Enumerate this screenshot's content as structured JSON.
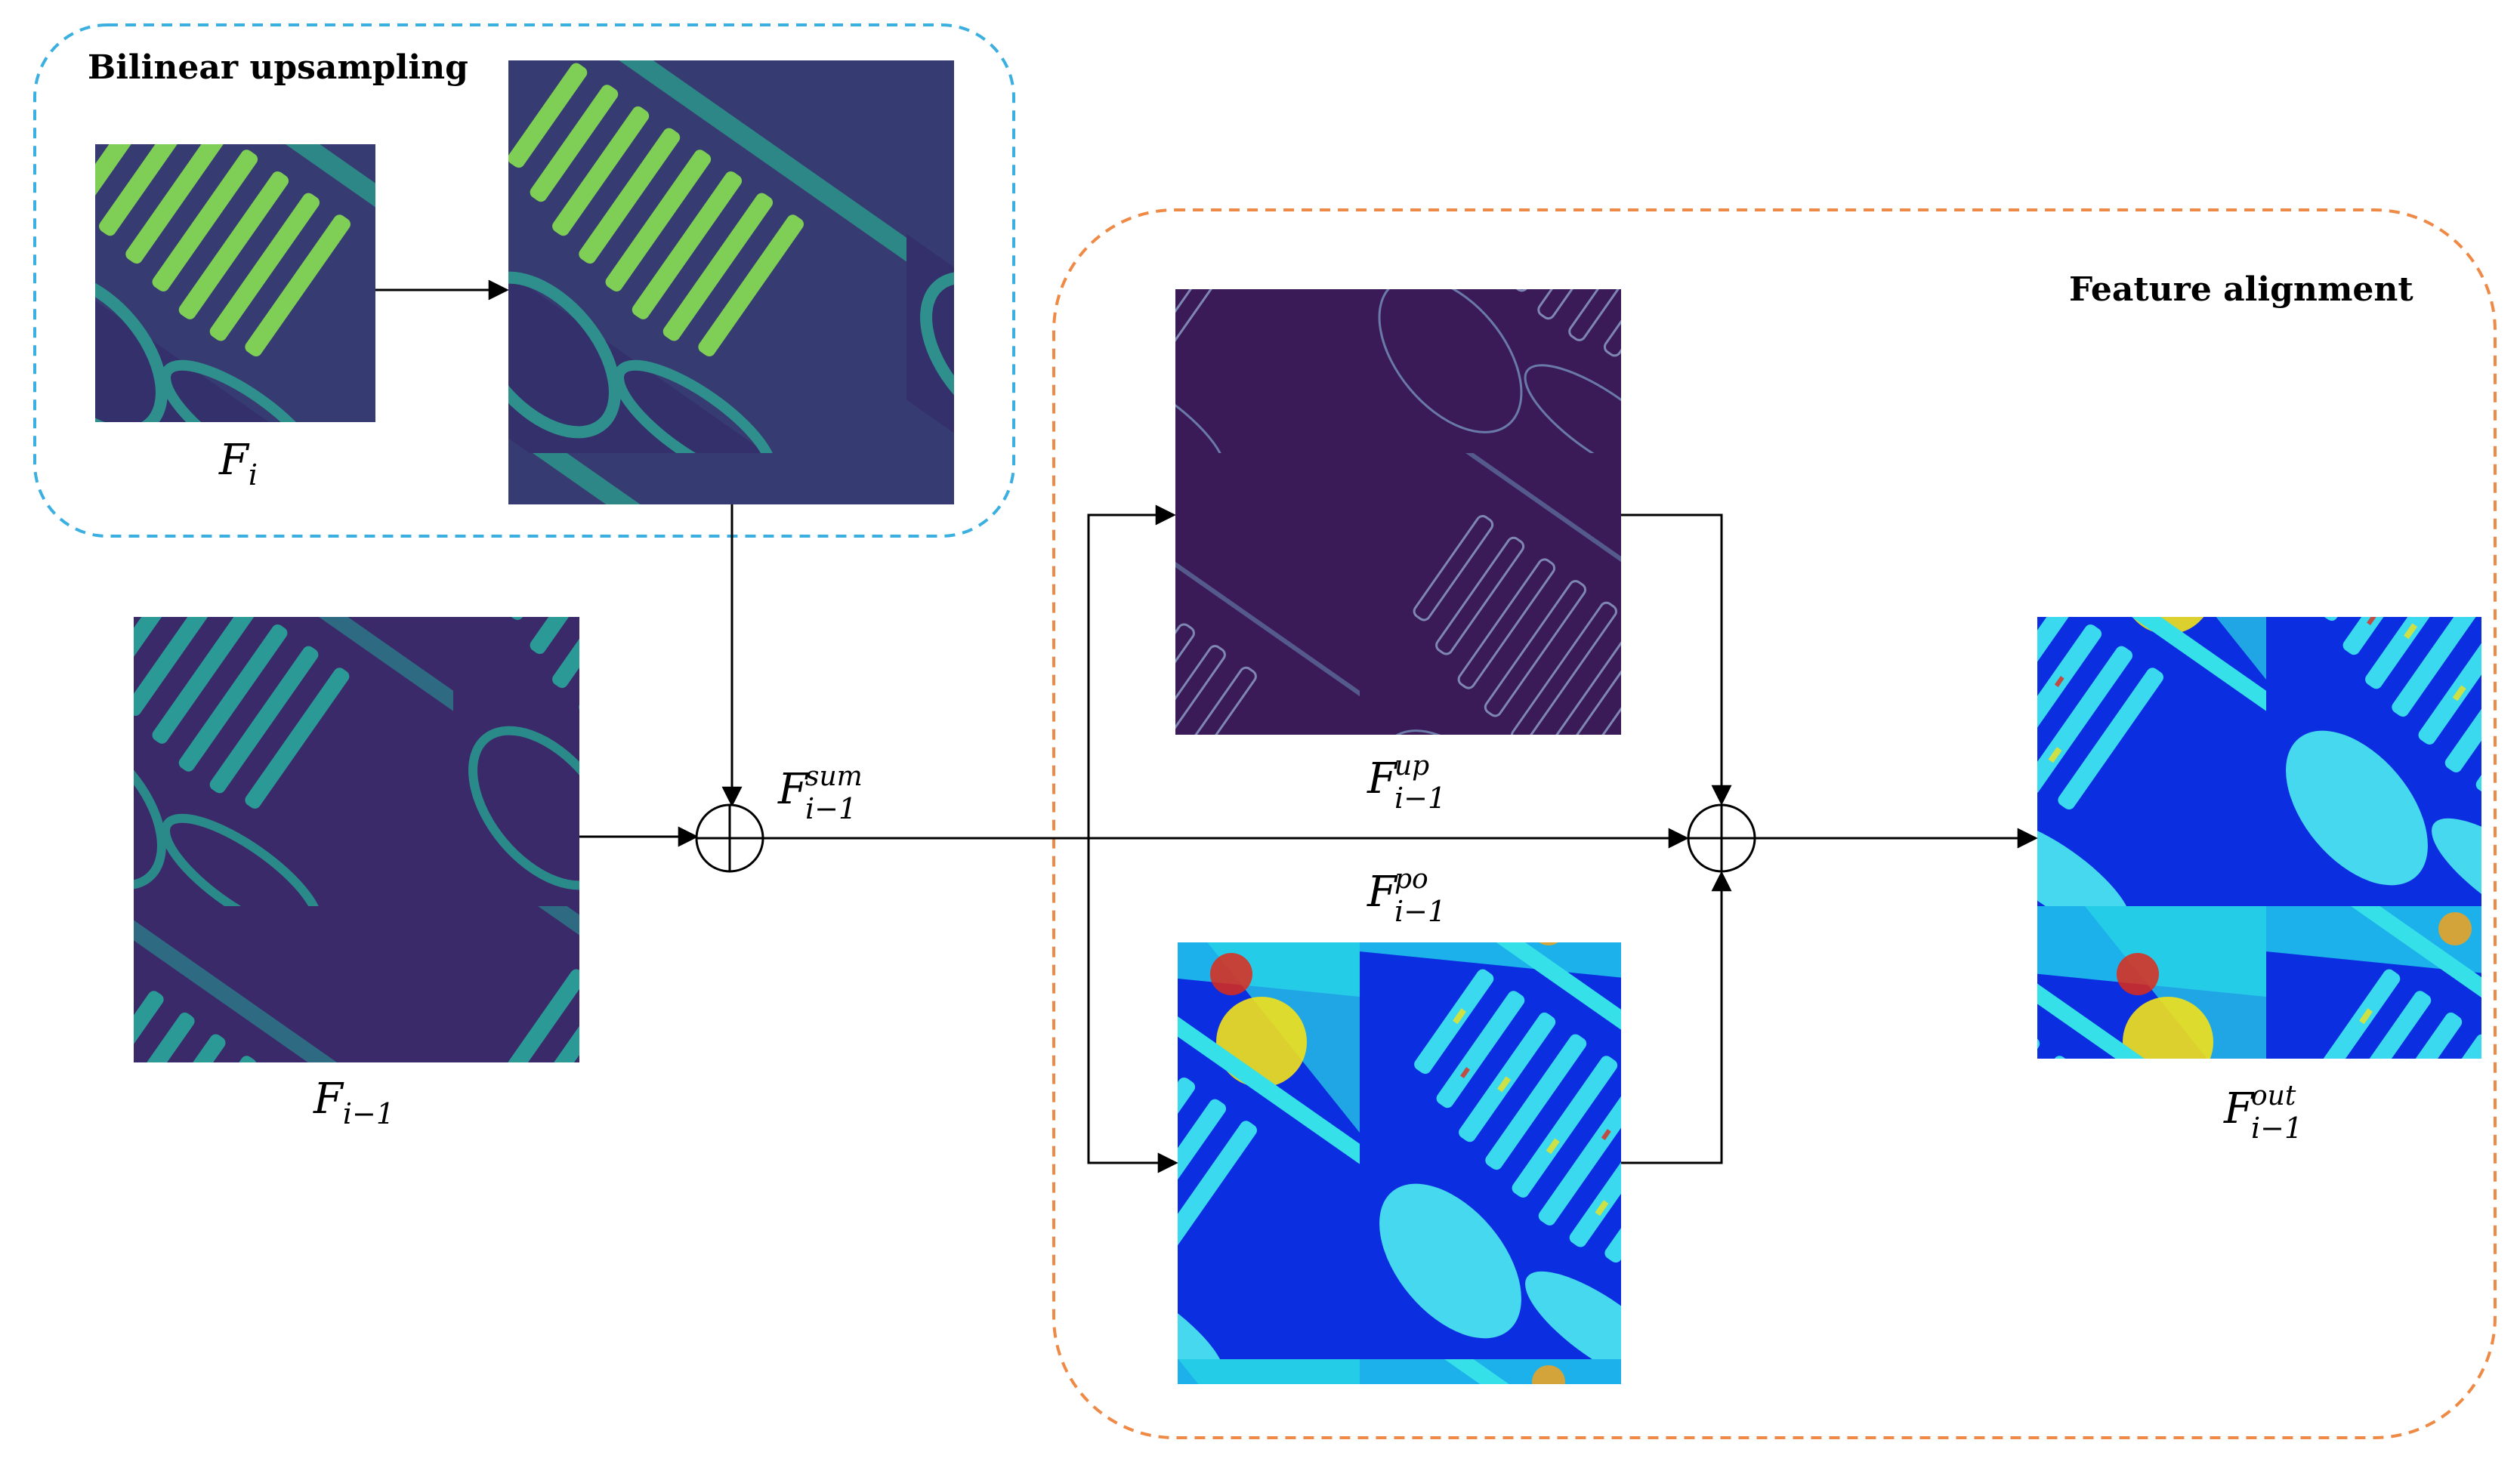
{
  "groups": {
    "bilinear_upsampling": {
      "title": "Bilinear upsampling",
      "border_color": "#3BB0E0"
    },
    "feature_alignment": {
      "title": "Feature alignment",
      "border_color": "#EE8A45"
    }
  },
  "labels": {
    "f_i": {
      "base": "F",
      "sub": "i",
      "sup": ""
    },
    "f_im1": {
      "base": "F",
      "sub": "i−1",
      "sup": ""
    },
    "f_sum": {
      "base": "F",
      "sub": "i−1",
      "sup": "sum"
    },
    "f_up": {
      "base": "F",
      "sub": "i−1",
      "sup": "up"
    },
    "f_po": {
      "base": "F",
      "sub": "i−1",
      "sup": "po"
    },
    "f_out": {
      "base": "F",
      "sub": "i−1",
      "sup": "out"
    }
  },
  "palettes": {
    "viridis_dark": "#3b1f5a",
    "viridis_teal": "#2a8a8c",
    "viridis_yellow": "#d3e63a",
    "jet_blue": "#0a2be8",
    "jet_cyan": "#1fd0f0",
    "jet_yellow": "#f2e21a",
    "jet_red": "#e02a18"
  }
}
